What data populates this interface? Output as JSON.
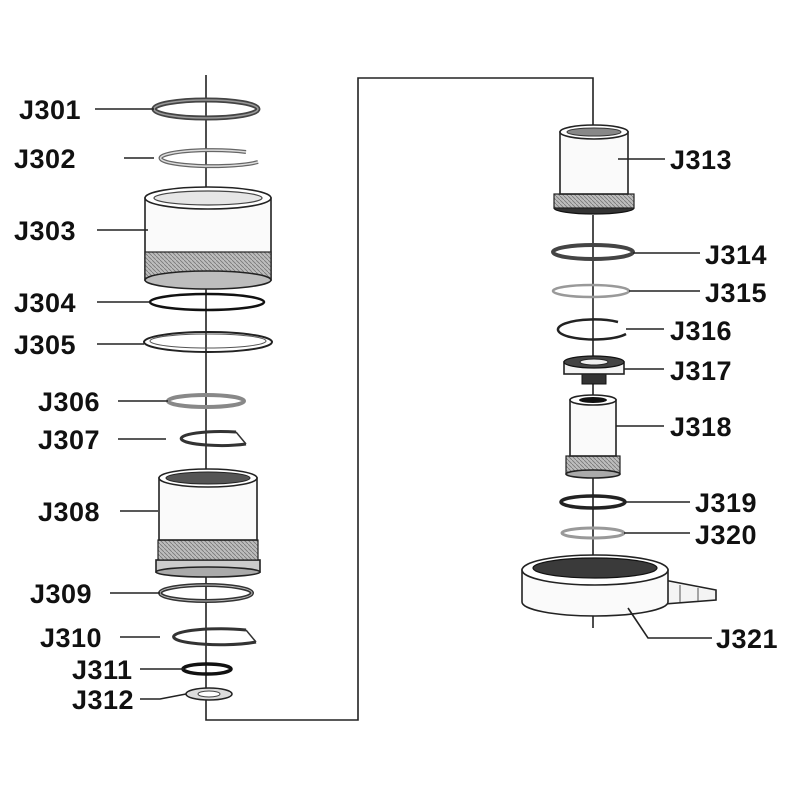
{
  "labels": {
    "J301": "J301",
    "J302": "J302",
    "J303": "J303",
    "J304": "J304",
    "J305": "J305",
    "J306": "J306",
    "J307": "J307",
    "J308": "J308",
    "J309": "J309",
    "J310": "J310",
    "J311": "J311",
    "J312": "J312",
    "J313": "J313",
    "J314": "J314",
    "J315": "J315",
    "J316": "J316",
    "J317": "J317",
    "J318": "J318",
    "J319": "J319",
    "J320": "J320",
    "J321": "J321"
  }
}
